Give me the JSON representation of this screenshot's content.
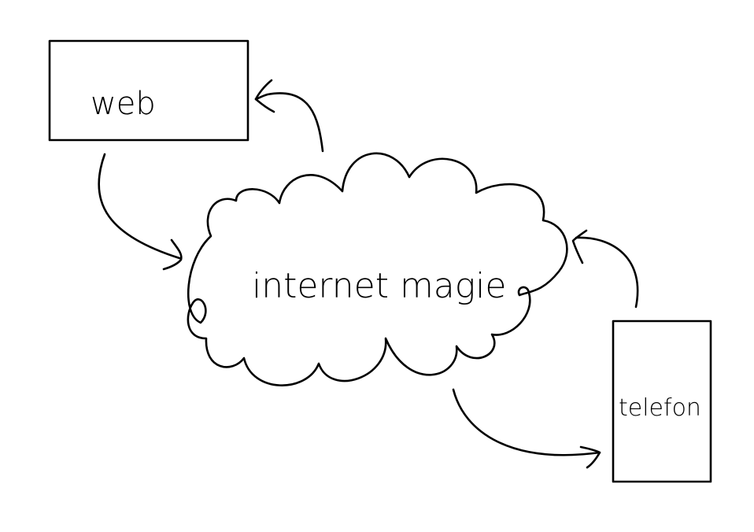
{
  "diagram": {
    "nodes": [
      {
        "id": "web",
        "label": "web",
        "shape": "rectangle"
      },
      {
        "id": "cloud",
        "label": "internet magie",
        "shape": "cloud"
      },
      {
        "id": "telefon",
        "label": "telefon",
        "shape": "rectangle"
      }
    ],
    "edges": [
      {
        "from": "web",
        "to": "cloud"
      },
      {
        "from": "cloud",
        "to": "web"
      },
      {
        "from": "telefon",
        "to": "cloud"
      },
      {
        "from": "cloud",
        "to": "telefon"
      }
    ],
    "colors": {
      "ink": "#000000",
      "background": "#ffffff"
    }
  }
}
